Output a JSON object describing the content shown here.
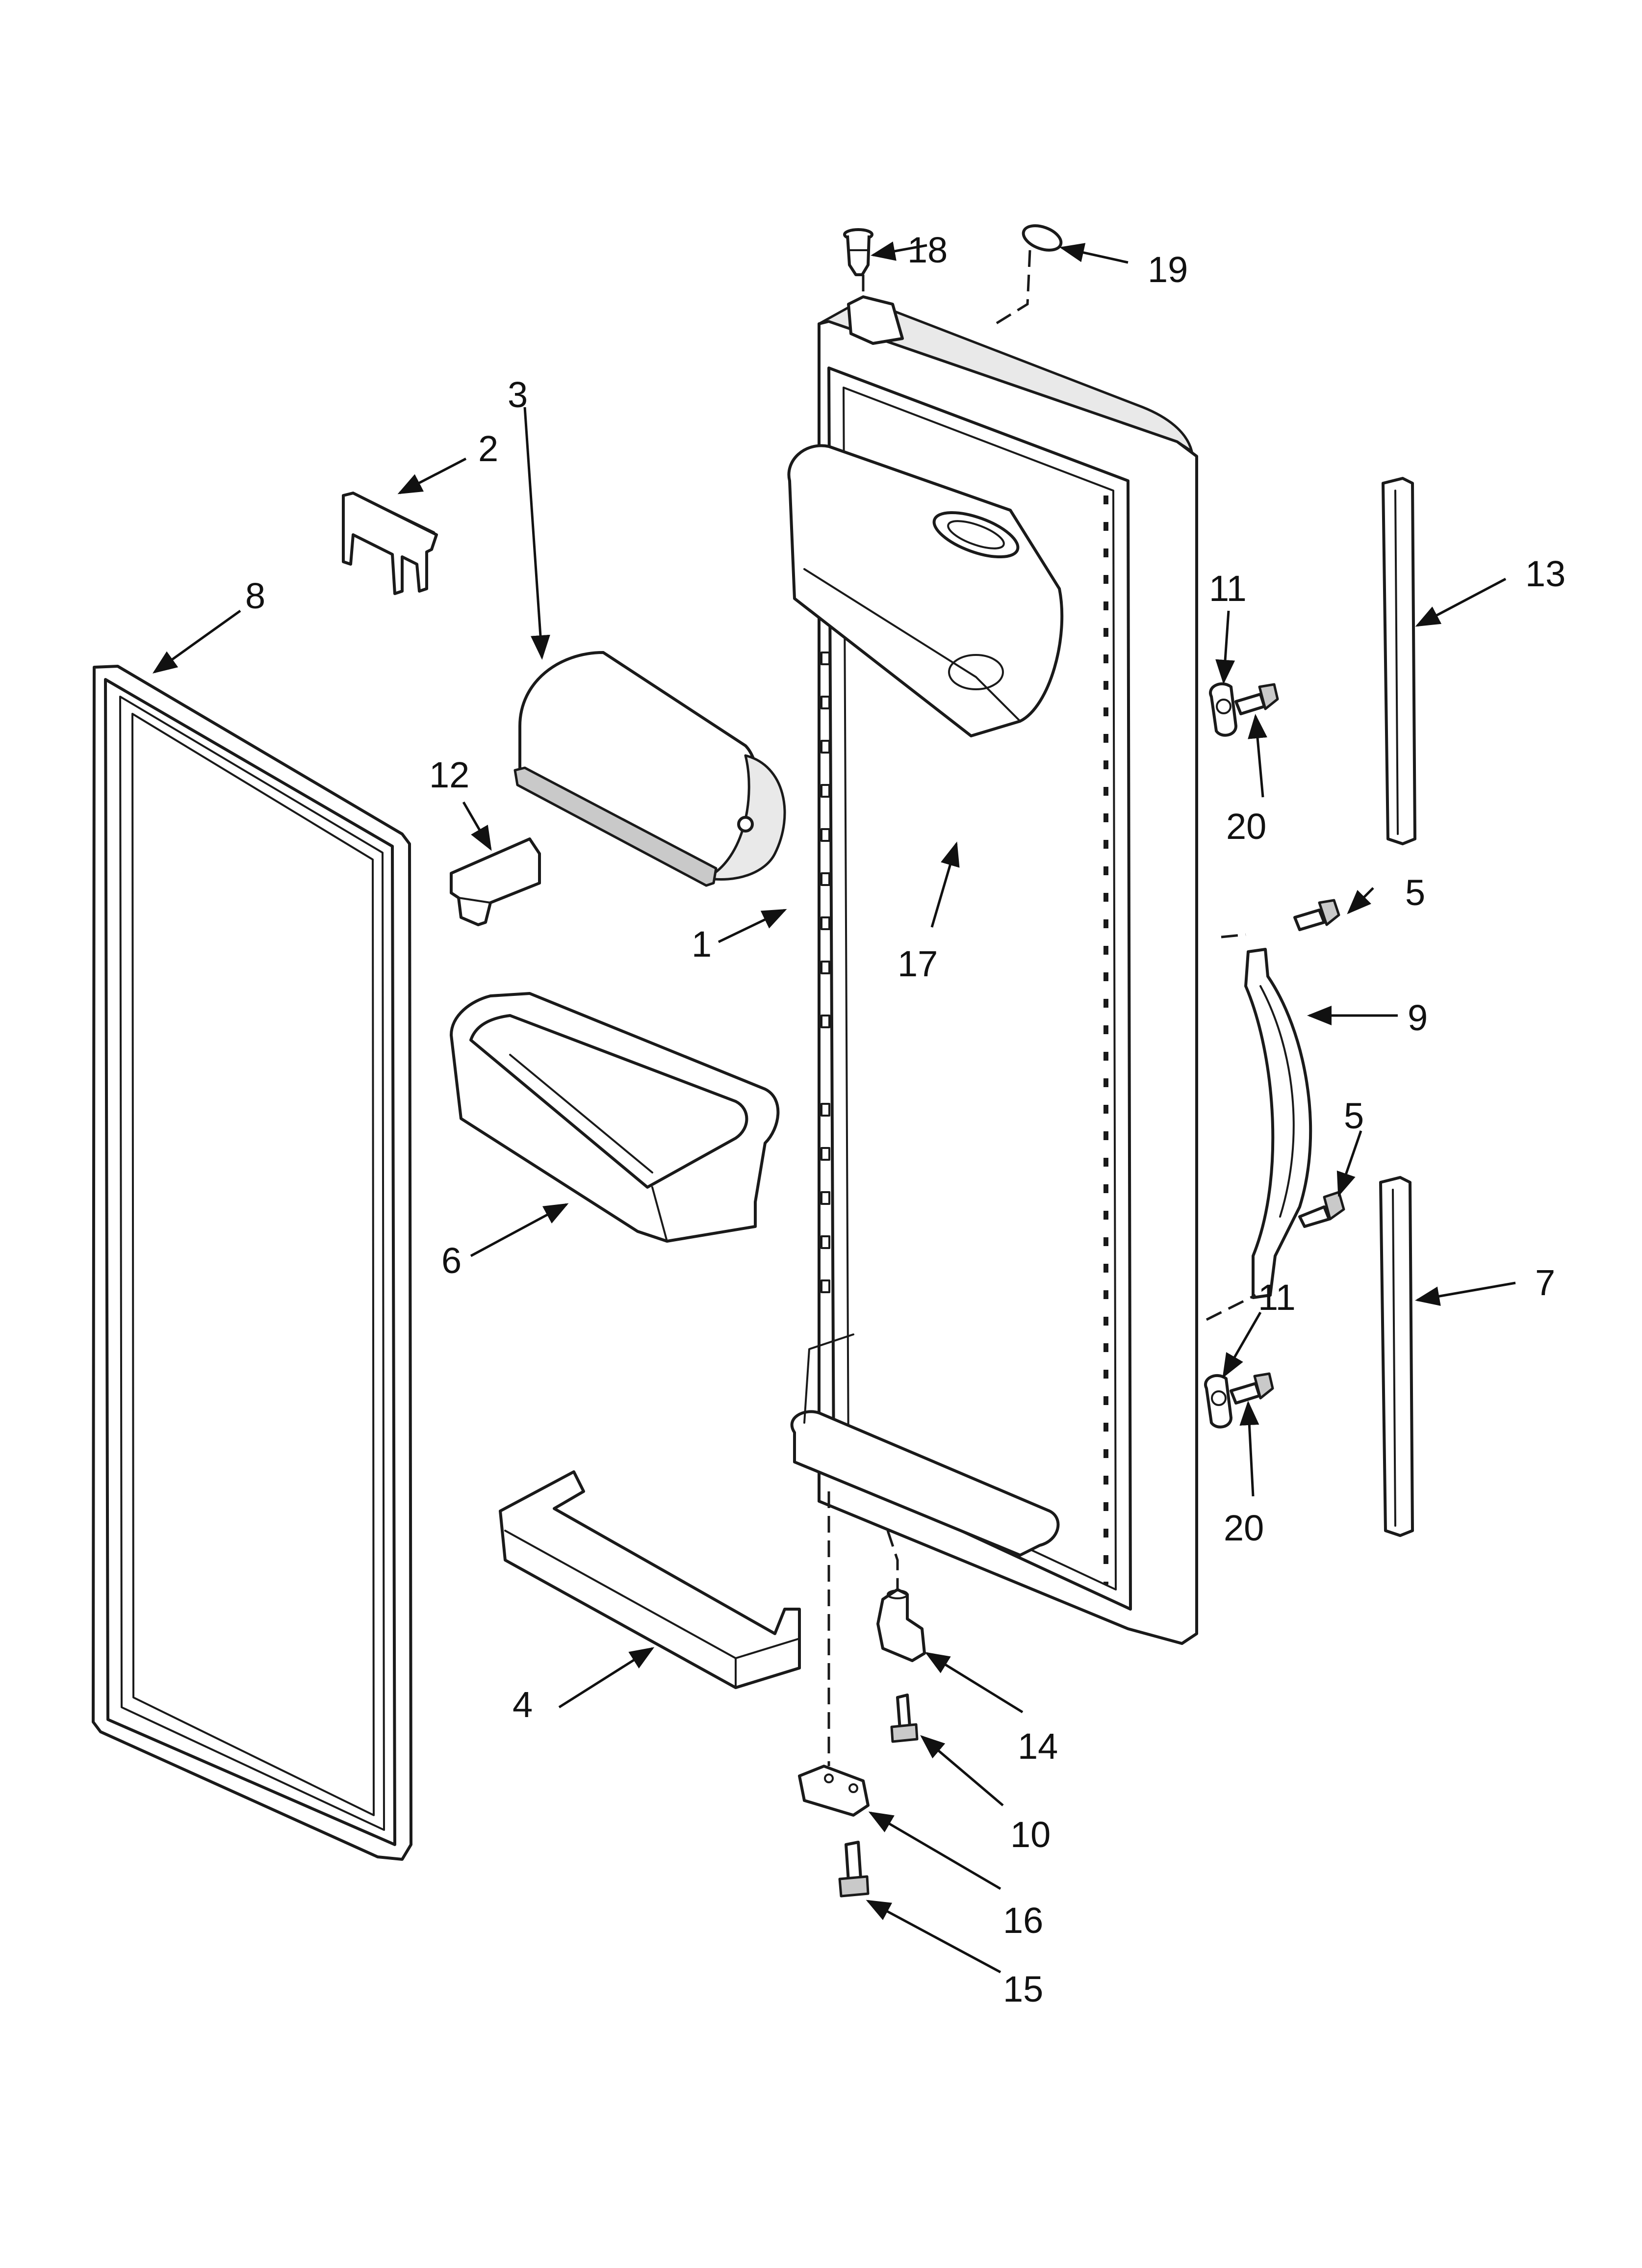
{
  "diagram": {
    "callouts": {
      "c1": "1",
      "c2": "2",
      "c3": "3",
      "c4": "4",
      "c5a": "5",
      "c5b": "5",
      "c6": "6",
      "c7": "7",
      "c8": "8",
      "c9": "9",
      "c10": "10",
      "c11a": "11",
      "c11b": "11",
      "c12": "12",
      "c13": "13",
      "c14": "14",
      "c15": "15",
      "c16": "16",
      "c17": "17",
      "c18": "18",
      "c19": "19",
      "c20a": "20",
      "c20b": "20"
    }
  }
}
